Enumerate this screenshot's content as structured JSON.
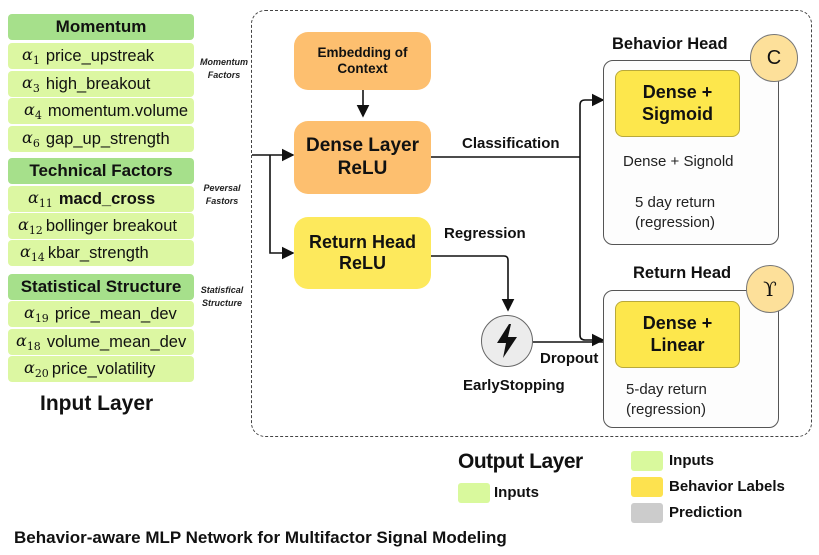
{
  "title": "Behavior-aware MLP Network for Multifactor Signal Modeling",
  "input_layer": {
    "title": "Input Layer",
    "groups": [
      {
        "header": "Momentum",
        "side_label": [
          "Momentum",
          "Factors"
        ],
        "rows": [
          {
            "alpha": "α",
            "sub": "1",
            "name": "price_upstreak",
            "bold": false
          },
          {
            "alpha": "α",
            "sub": "3",
            "name": "high_breakout",
            "bold": false
          },
          {
            "alpha": "α",
            "sub": "4",
            "name": "momentum.volume",
            "bold": false
          },
          {
            "alpha": "α",
            "sub": "6",
            "name": "gap_up_strength",
            "bold": false
          }
        ]
      },
      {
        "header": "Technical Factors",
        "side_label": [
          "Peversal",
          "Fastors"
        ],
        "rows": [
          {
            "alpha": "α",
            "sub": "11",
            "name": "macd_cross",
            "bold": true
          },
          {
            "alpha": "α",
            "sub": "12",
            "name": "bollinger breakout",
            "bold": false
          },
          {
            "alpha": "α",
            "sub": "14",
            "name": "kbar_strength",
            "bold": false
          }
        ]
      },
      {
        "header": "Statistical Structure",
        "side_label": [
          "Statisfical",
          "Structure"
        ],
        "rows": [
          {
            "alpha": "α",
            "sub": "19",
            "name": "price_mean_dev",
            "bold": false
          },
          {
            "alpha": "α",
            "sub": "18",
            "name": "volume_mean_dev",
            "bold": false
          },
          {
            "alpha": "α",
            "sub": "20",
            "name": "price_volatility",
            "bold": false
          }
        ]
      }
    ]
  },
  "network": {
    "embedding": "Embedding of Context",
    "dense_layer": [
      "Dense Layer",
      "ReLU"
    ],
    "return_head_relu": [
      "Return Head",
      "ReLU"
    ],
    "edge_classification": "Classification",
    "edge_regression": "Regression",
    "edge_dropout": "Dropout",
    "early_stopping": {
      "label": "EarlyStopping",
      "icon": "lightning-bolt-icon"
    }
  },
  "heads": {
    "behavior": {
      "title": "Behavior Head",
      "badge": "C",
      "box": [
        "Dense +",
        "Sigmoid"
      ],
      "desc1": "Dense + Signold",
      "desc2": [
        "5 day return",
        "(regression)"
      ]
    },
    "return": {
      "title": "Return Head",
      "badge": "ϒ",
      "box": [
        "Dense +",
        "Linear"
      ],
      "desc": [
        "5-day return",
        "(regression)"
      ]
    }
  },
  "output_layer": {
    "title": "Output Layer",
    "legend_left": [
      {
        "label": "Inputs",
        "color": "#d9f99d"
      }
    ],
    "legend_right": [
      {
        "label": "Inputs",
        "color": "#d9f99d"
      },
      {
        "label": "Behavior Labels",
        "color": "#fde24f"
      },
      {
        "label": "Prediction",
        "color": "#cccccc"
      }
    ]
  },
  "colors": {
    "input_row": "#dcf7a2",
    "input_header": "#a6e08b",
    "orange_node": "#fdbf6f",
    "yellow_node": "#fde95c",
    "badge": "#fde09a"
  }
}
